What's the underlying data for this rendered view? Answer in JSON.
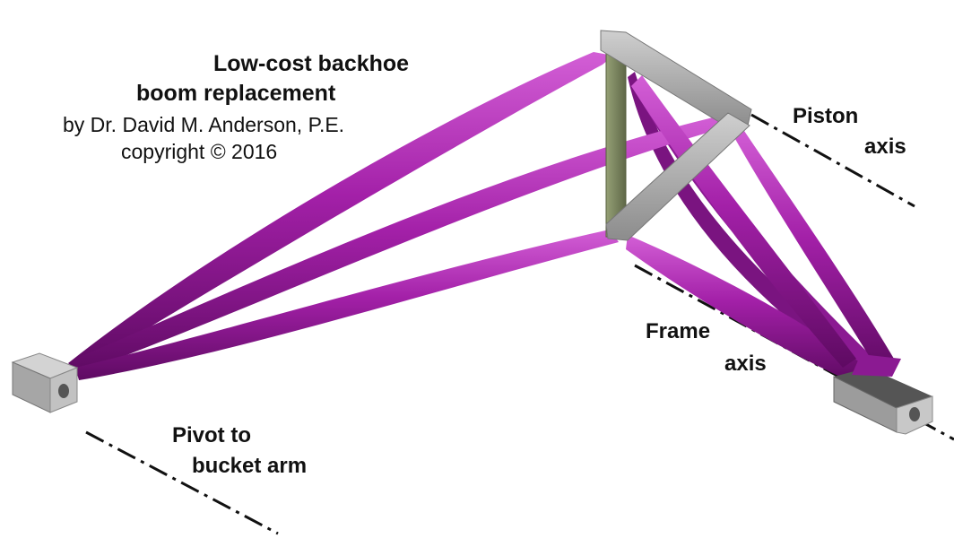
{
  "title": {
    "line1": "Low-cost backhoe",
    "line2": "boom replacement",
    "author": "by Dr. David M. Anderson, P.E.",
    "copyright": "copyright ©  2016"
  },
  "labels": {
    "piston_line1": "Piston",
    "piston_line2": "axis",
    "frame_line1": "Frame",
    "frame_line2": "axis",
    "pivot_line1": "Pivot to",
    "pivot_line2": "bucket arm"
  },
  "colors": {
    "strut": "#a320a8",
    "strut_dark": "#6a0f6e",
    "strut_light": "#d35fd6",
    "frame_gray": "#a9a9a9",
    "frame_olive": "#7f8a63",
    "axis_line": "#111111"
  }
}
